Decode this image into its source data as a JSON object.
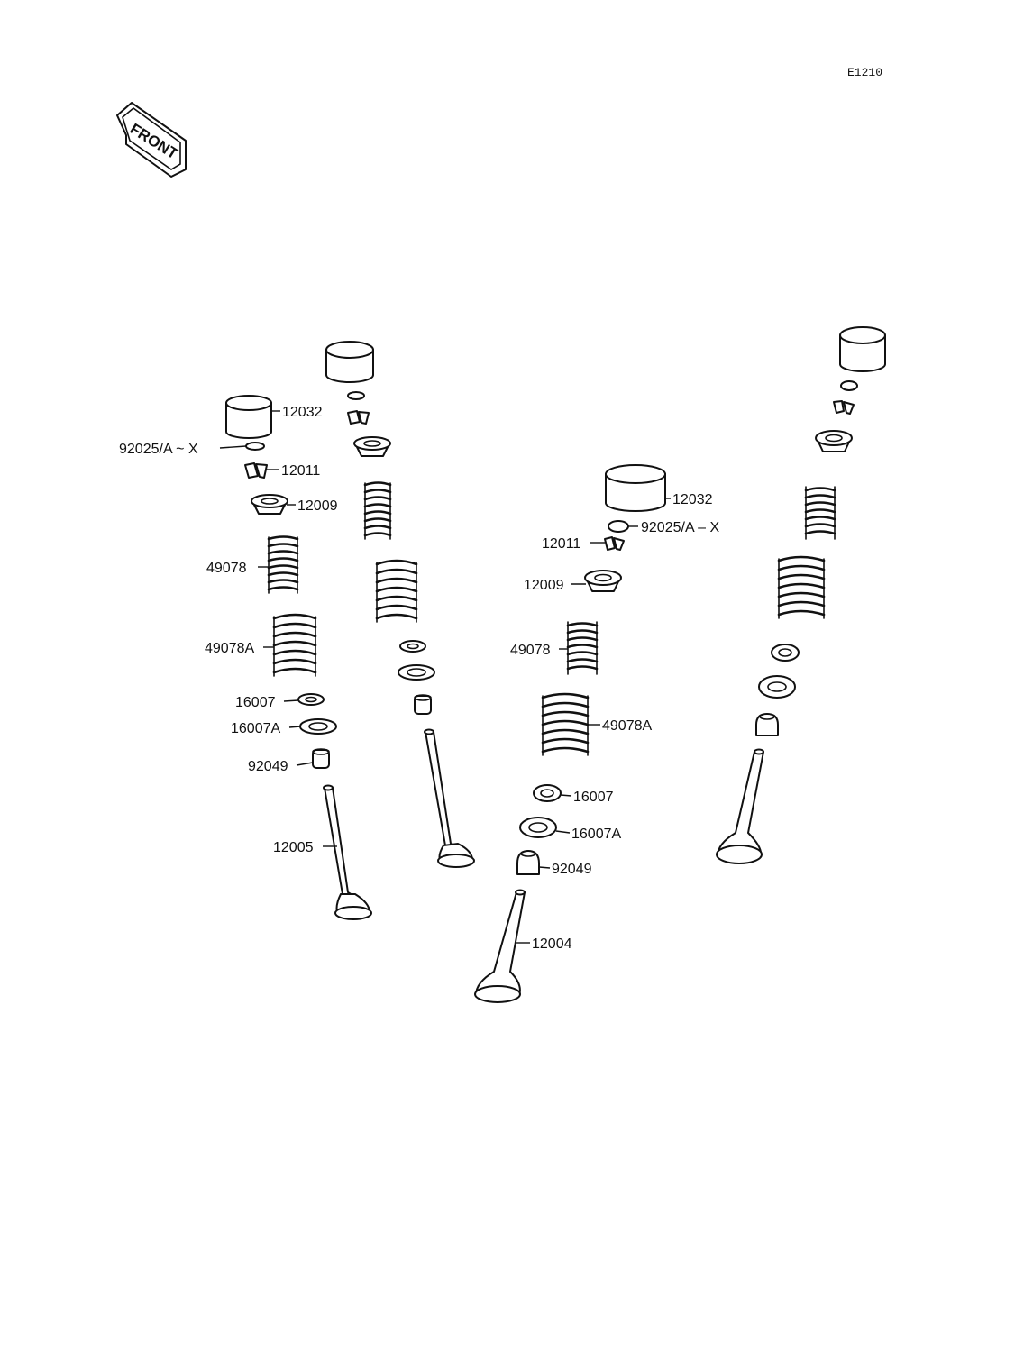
{
  "diagram_code": "E1210",
  "front_marker": {
    "label": "FRONT",
    "icon": "front-arrow-icon"
  },
  "colors": {
    "line": "#111111",
    "background": "#ffffff"
  },
  "callouts": {
    "c1": "12032",
    "c2": "92025/A ~ X",
    "c3": "12011",
    "c4": "12009",
    "c5": "49078",
    "c6": "49078A",
    "c7": "16007",
    "c8": "16007A",
    "c9": "92049",
    "c10": "12005",
    "c11": "12032",
    "c12": "92025/A – X",
    "c13": "12011",
    "c14": "12009",
    "c15": "49078",
    "c16": "49078A",
    "c17": "16007",
    "c18": "16007A",
    "c19": "92049",
    "c20": "12004"
  }
}
